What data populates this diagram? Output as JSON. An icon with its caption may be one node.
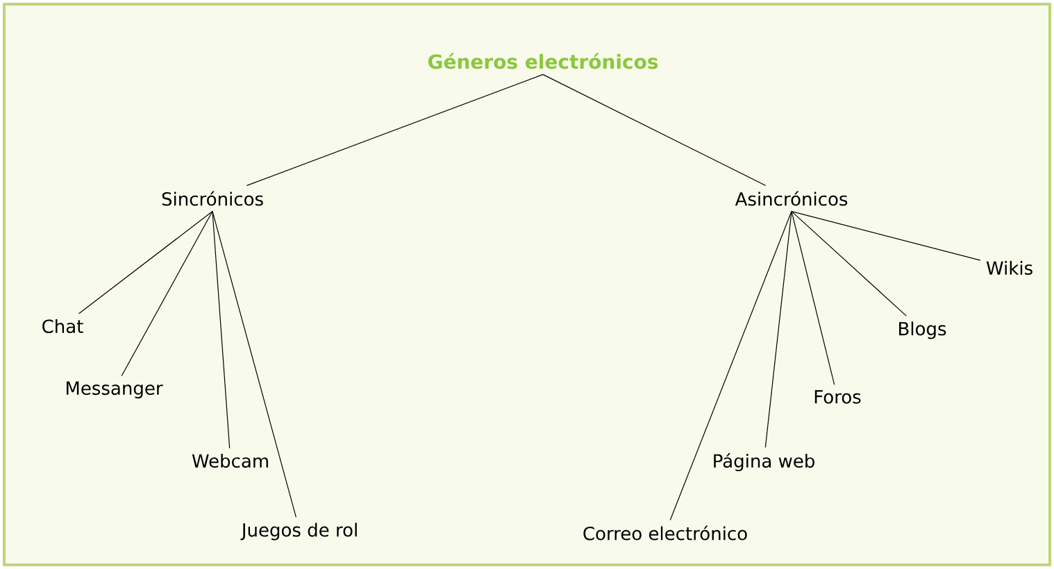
{
  "diagram": {
    "nodes": [
      {
        "text": [
          "Géneros electrónicos"
        ]
      },
      {
        "text": [
          "Sincrónicos"
        ]
      },
      {
        "text": [
          "Asincrónicos"
        ]
      },
      {
        "text": [
          "Chat"
        ]
      },
      {
        "text": [
          "Messanger"
        ]
      },
      {
        "text": [
          "Webcam"
        ]
      },
      {
        "text": [
          "Juegos de rol"
        ]
      },
      {
        "text": [
          "Correo electrónico"
        ]
      },
      {
        "text": [
          "Página web"
        ]
      },
      {
        "text": [
          "Foros"
        ]
      },
      {
        "text": [
          "Blogs"
        ]
      },
      {
        "text": [
          "Wikis"
        ]
      }
    ],
    "edges": [
      {
        "from": 0,
        "to": 1,
        "arrow": "none"
      },
      {
        "from": 0,
        "to": 2,
        "arrow": "none"
      },
      {
        "from": 1,
        "to": 3,
        "arrow": "none"
      },
      {
        "from": 1,
        "to": 4,
        "arrow": "none"
      },
      {
        "from": 1,
        "to": 5,
        "arrow": "none"
      },
      {
        "from": 1,
        "to": 6,
        "arrow": "none"
      },
      {
        "from": 2,
        "to": 7,
        "arrow": "none"
      },
      {
        "from": 2,
        "to": 8,
        "arrow": "none"
      },
      {
        "from": 2,
        "to": 9,
        "arrow": "none"
      },
      {
        "from": 2,
        "to": 10,
        "arrow": "none"
      },
      {
        "from": 2,
        "to": 11,
        "arrow": "none"
      }
    ]
  }
}
